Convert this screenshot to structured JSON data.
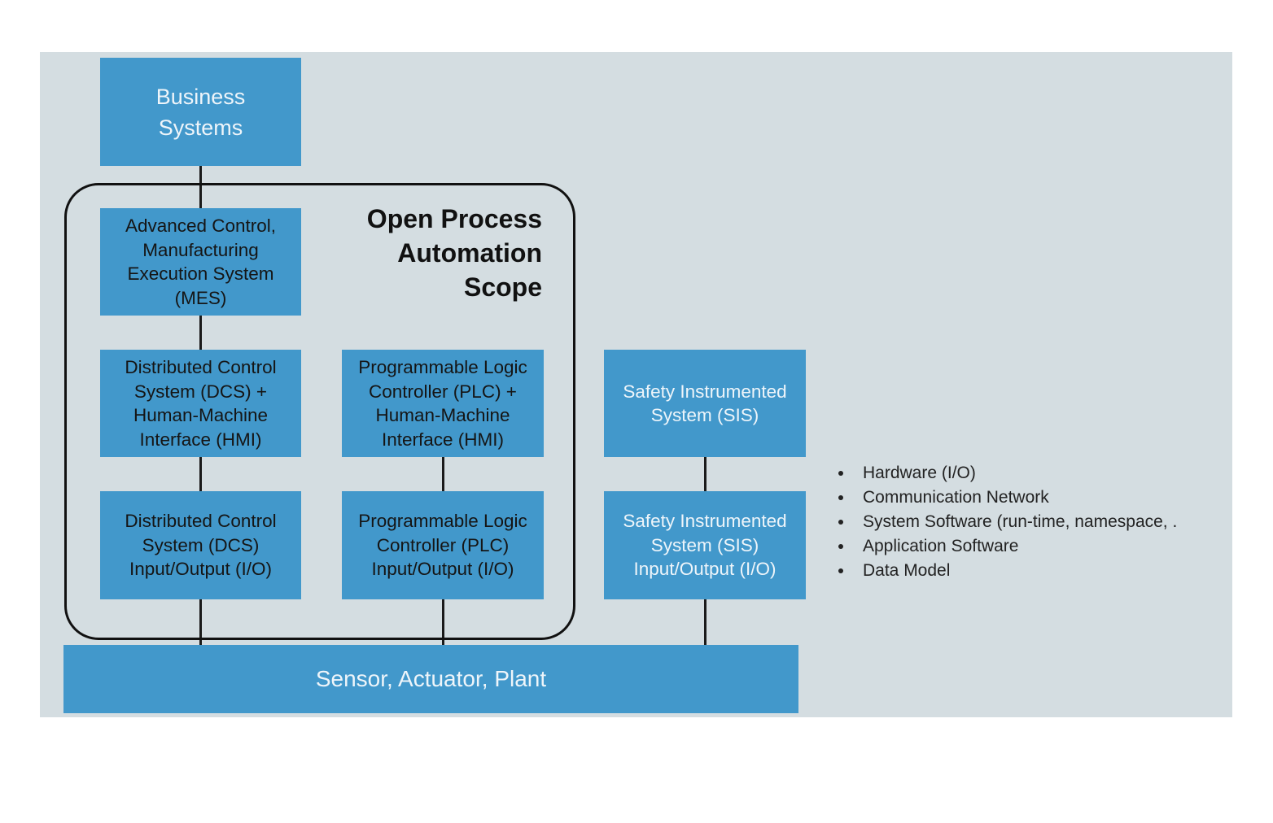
{
  "diagram": {
    "scope_title": "Open Process\nAutomation\nScope",
    "boxes": {
      "business": "Business\nSystems",
      "mes": "Advanced Control,\nManufacturing\nExecution System\n(MES)",
      "dcs_hmi": "Distributed Control\nSystem (DCS) +\nHuman-Machine\nInterface (HMI)",
      "plc_hmi": "Programmable Logic\nController (PLC) +\nHuman-Machine\nInterface (HMI)",
      "sis": "Safety Instrumented\nSystem (SIS)",
      "dcs_io": "Distributed Control\nSystem (DCS)\nInput/Output (I/O)",
      "plc_io": "Programmable Logic\nController (PLC)\nInput/Output (I/O)",
      "sis_io": "Safety Instrumented\nSystem (SIS)\nInput/Output (I/O)",
      "plant": "Sensor, Actuator, Plant"
    },
    "bullets": [
      "Hardware (I/O)",
      "Communication Network",
      "System Software (run-time, namespace, .",
      "Application Software",
      "Data Model"
    ],
    "colors": {
      "box_fill": "#4298cb",
      "background": "#d4dde1",
      "connector": "#1a1a1a"
    }
  }
}
